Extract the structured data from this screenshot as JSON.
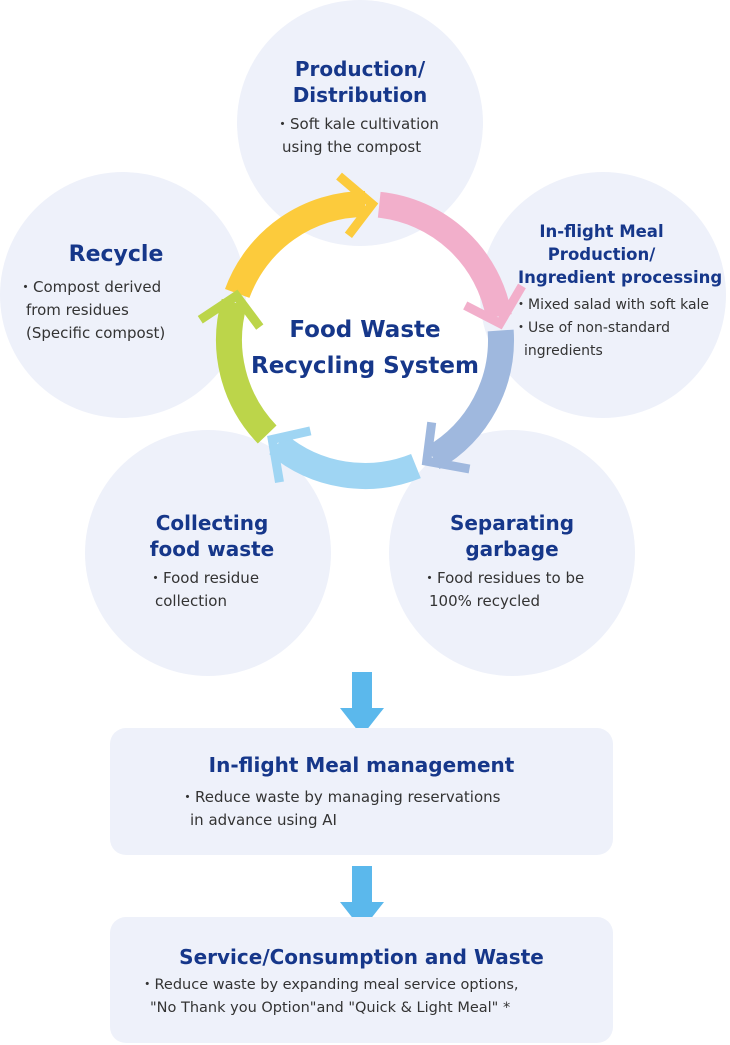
{
  "center": {
    "line1": "Food Waste",
    "line2": "Recycling System"
  },
  "stages": {
    "production": {
      "title1": "Production/",
      "title2": "Distribution",
      "bullets": [
        "・Soft kale cultivation",
        "using the compost"
      ]
    },
    "inflight": {
      "title1": "In-flight Meal",
      "title2": "Production/",
      "title3": "Ingredient processing",
      "bullets": [
        "・Mixed salad with soft kale",
        "・Use of non-standard",
        "ingredients"
      ]
    },
    "separating": {
      "title1": "Separating",
      "title2": "garbage",
      "bullets": [
        "・Food residues to be",
        "100% recycled"
      ]
    },
    "collecting": {
      "title1": "Collecting",
      "title2": "food waste",
      "bullets": [
        "・Food residue",
        "collection"
      ]
    },
    "recycle": {
      "title1": "Recycle",
      "bullets": [
        "・Compost derived",
        "from residues",
        "(Specific compost)"
      ]
    }
  },
  "management": {
    "title": "In-flight Meal management",
    "bullets": [
      "・Reduce waste by managing reservations",
      "in advance using AI"
    ]
  },
  "service": {
    "title": "Service/Consumption and Waste",
    "bullets": [
      "・Reduce waste by expanding meal service options,",
      "\"No Thank you Option\"and \"Quick & Light Meal\" *"
    ]
  },
  "colors": {
    "circle": "#eef1fa",
    "title": "#16378a",
    "arrow_down": "#5bb8ec",
    "ring": [
      "#fccb3c",
      "#f2afcb",
      "#9fb8de",
      "#9fd5f3",
      "#bcd54a"
    ]
  }
}
